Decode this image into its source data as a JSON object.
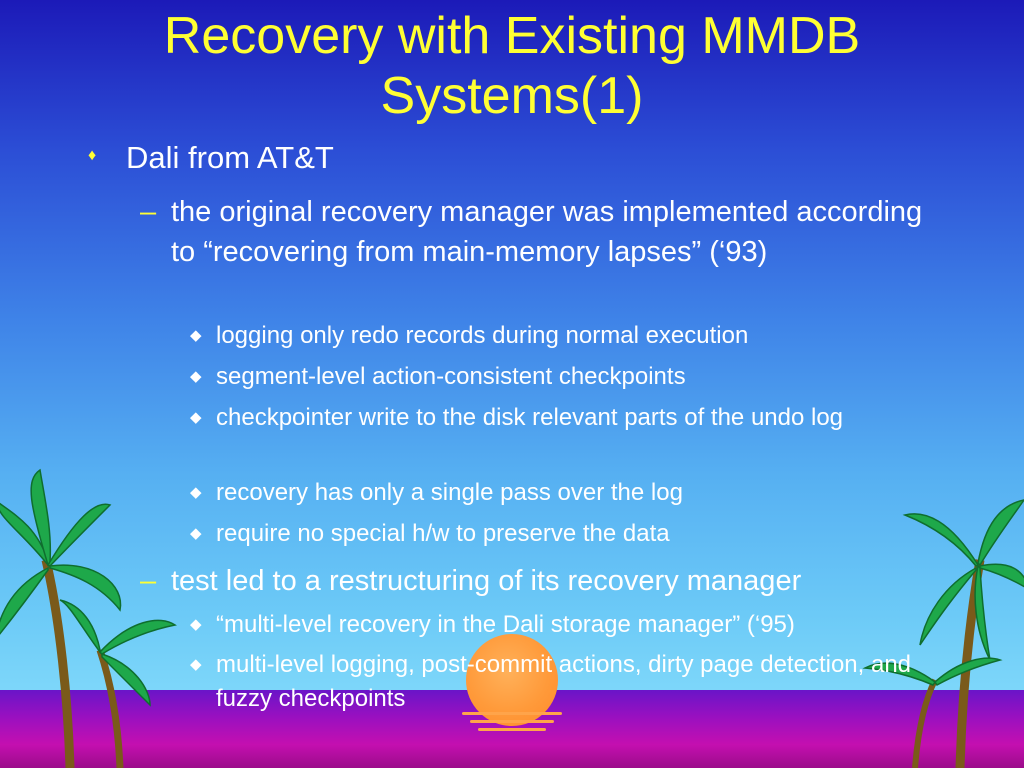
{
  "slide": {
    "title": "Recovery with Existing MMDB Systems(1)",
    "bullet": {
      "text": "Dali from AT&T",
      "subitems": [
        {
          "text": "the original recovery manager was implemented according to “recovering from main-memory lapses” (‘93)",
          "points": [
            "logging only redo records during normal execution",
            "segment-level action-consistent checkpoints",
            "checkpointer write to the disk relevant parts of the undo log",
            "recovery has only a single pass over the log",
            "require no special h/w to preserve the data"
          ]
        },
        {
          "text": "test led to a restructuring of its recovery manager",
          "points": [
            "“multi-level recovery in the Dali storage manager” (‘95)",
            "multi-level logging, post-commit actions, dirty page detection, and fuzzy checkpoints"
          ]
        }
      ]
    }
  },
  "theme": {
    "title_color": "#ffff33",
    "text_color": "#ffffff",
    "bullet_color": "#ffff33",
    "sky_top": "#1c1ab8",
    "sky_bottom": "#7fd8fa",
    "sea": "#c40fb0",
    "sun": "#ff9a3a",
    "palm": "#1ea84a"
  },
  "icons": {
    "level1_bullet": "small-diamond-icon",
    "level2_bullet": "dash",
    "level3_bullet": "diamond-icon"
  }
}
